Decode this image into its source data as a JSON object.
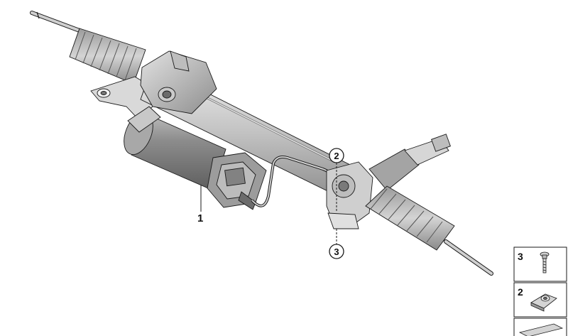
{
  "callouts": {
    "part_1": "1",
    "part_2": "2",
    "part_3": "3"
  },
  "legend": {
    "items": [
      {
        "number": "3",
        "icon": "bolt-icon"
      },
      {
        "number": "2",
        "icon": "clip-nut-icon"
      }
    ]
  },
  "colors": {
    "line": "#1a1a1a",
    "part_light": "#e8e8e8",
    "part_mid": "#b9b9b9",
    "part_dark": "#7a7a7a"
  }
}
